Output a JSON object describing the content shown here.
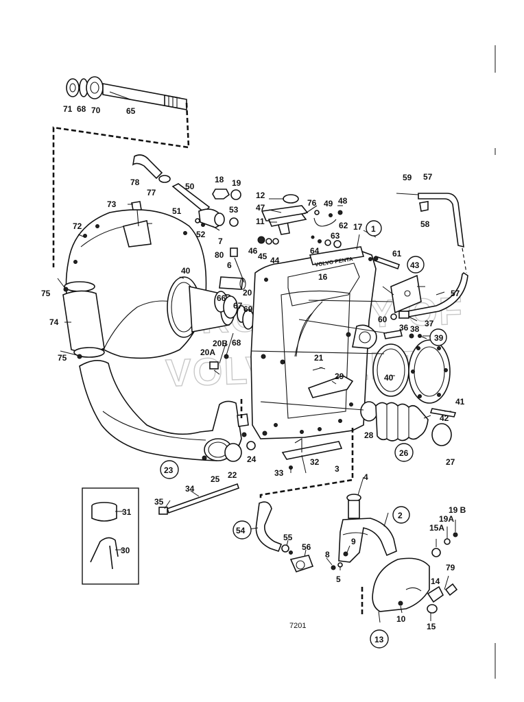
{
  "figure_code": "7201",
  "watermark": [
    "PROPERTY OF",
    "VOLVO PENTA"
  ],
  "plate_text": "VOLVO PENTA",
  "labels": {
    "71": "71",
    "68": "68",
    "70": "70",
    "65": "65",
    "78": "78",
    "77": "77",
    "50": "50",
    "18": "18",
    "19": "19",
    "12": "12",
    "76": "76",
    "49": "49",
    "48": "48",
    "47": "47",
    "59": "59",
    "57": "57",
    "58": "58",
    "73": "73",
    "51": "51",
    "53": "53",
    "11": "11",
    "62": "62",
    "1": "1",
    "17": "17",
    "72": "72",
    "52": "52",
    "7": "7",
    "46": "46",
    "45": "45",
    "44": "44",
    "63": "63",
    "64": "64",
    "61": "61",
    "80": "80",
    "6": "6",
    "16": "16",
    "43": "43",
    "40": "40",
    "75": "75",
    "20": "20",
    "66": "66",
    "67": "67",
    "69": "69",
    "74": "74",
    "60": "60",
    "36": "36",
    "38": "38",
    "37": "37",
    "39": "39",
    "20B": "20B",
    "20A": "20A",
    "21": "21",
    "29": "29",
    "41": "41",
    "42": "42",
    "28": "28",
    "26": "26",
    "27": "27",
    "24": "24",
    "23": "23",
    "25": "25",
    "22": "22",
    "32": "32",
    "33": "33",
    "3": "3",
    "4": "4",
    "34": "34",
    "35": "35",
    "31": "31",
    "30": "30",
    "2": "2",
    "54": "54",
    "55": "55",
    "56": "56",
    "8": "8",
    "9": "9",
    "5": "5",
    "19B": "19 B",
    "19A": "19A",
    "15A": "15A",
    "79": "79",
    "14": "14",
    "13": "13",
    "10": "10",
    "15": "15"
  }
}
